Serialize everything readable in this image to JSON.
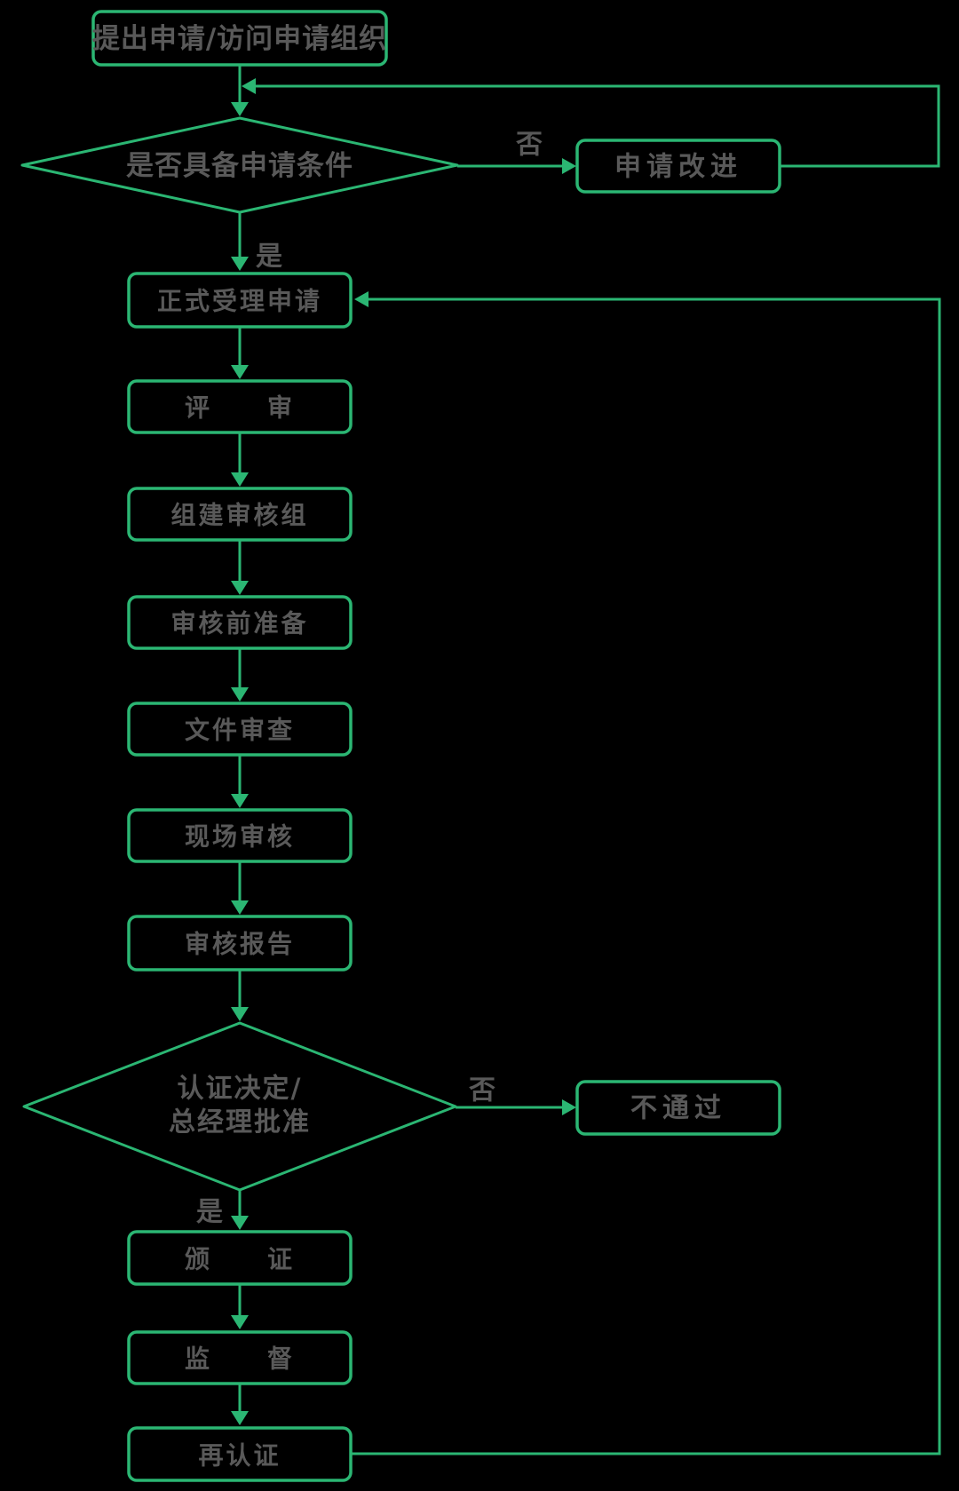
{
  "diagram": {
    "colors": {
      "background": "#000000",
      "stroke": "#2bb673",
      "text": "#595959"
    },
    "nodes": {
      "apply": "提出申请/访问申请组织",
      "check_conditions": "是否具备申请条件",
      "improve": "申请改进",
      "accept": "正式受理申请",
      "review": "评　　审",
      "form_audit_team": "组建审核组",
      "pre_audit_prep": "审核前准备",
      "document_review": "文件审查",
      "onsite_audit": "现场审核",
      "audit_report": "审核报告",
      "decision_line1": "认证决定/",
      "decision_line2": "总经理批准",
      "not_passed": "不通过",
      "issue_certificate": "颁　　证",
      "supervision": "监　　督",
      "recertification": "再认证"
    },
    "edge_labels": {
      "decision1_no": "否",
      "decision1_yes": "是",
      "decision2_no": "否",
      "decision2_yes": "是"
    }
  }
}
